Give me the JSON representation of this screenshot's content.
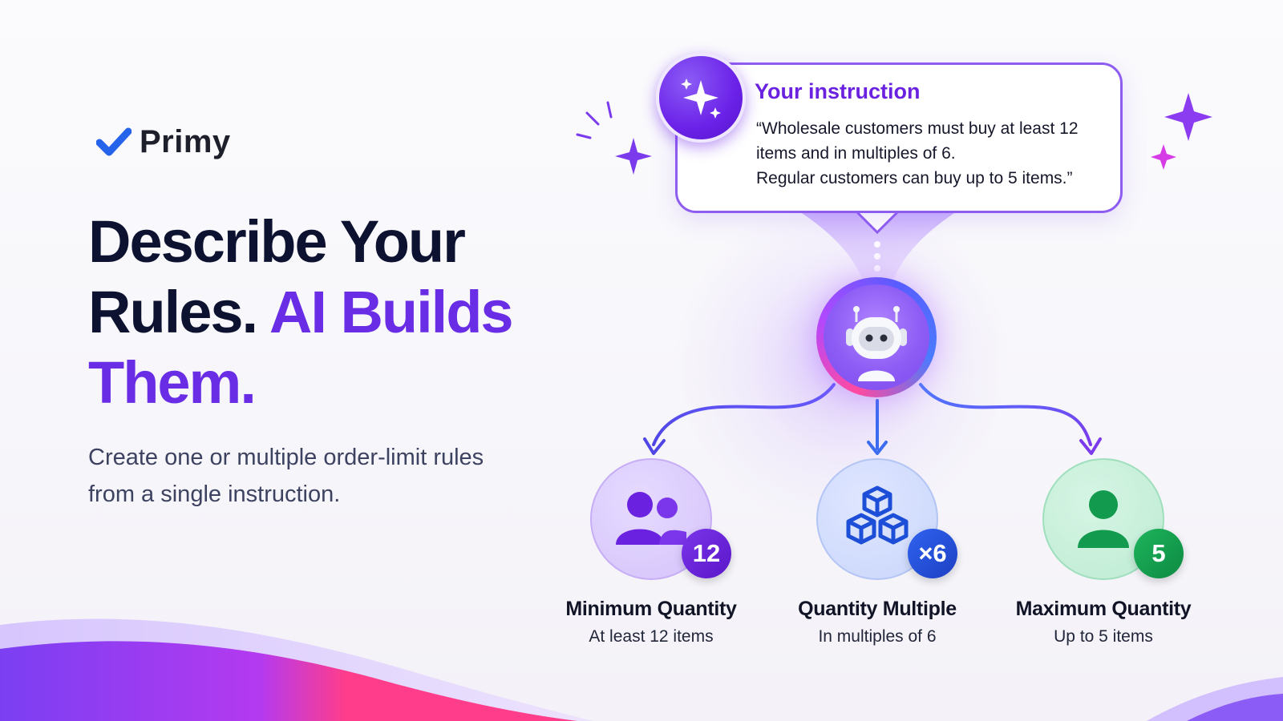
{
  "brand": {
    "name": "Primy",
    "check_color": "#2563eb"
  },
  "hero": {
    "headline_part1": "Describe Your Rules.",
    "headline_accent": "AI Builds Them.",
    "subtext": "Create one or multiple order-limit rules from a single instruction."
  },
  "instruction": {
    "title": "Your instruction",
    "quote": "“Wholesale customers must buy at least 12 items and in multiples of 6.\nRegular customers can buy up to 5 items.”"
  },
  "rules": [
    {
      "title": "Minimum Quantity",
      "subtitle": "At least 12 items",
      "badge": "12",
      "icon": "users-icon",
      "color": "#6a22e0"
    },
    {
      "title": "Quantity Multiple",
      "subtitle": "In multiples of 6",
      "badge": "×6",
      "icon": "cubes-icon",
      "color": "#1d4ed8"
    },
    {
      "title": "Maximum Quantity",
      "subtitle": "Up to 5 items",
      "badge": "5",
      "icon": "user-icon",
      "color": "#129b4e"
    }
  ],
  "colors": {
    "accent": "#6a2de6",
    "heading": "#0c1230"
  }
}
